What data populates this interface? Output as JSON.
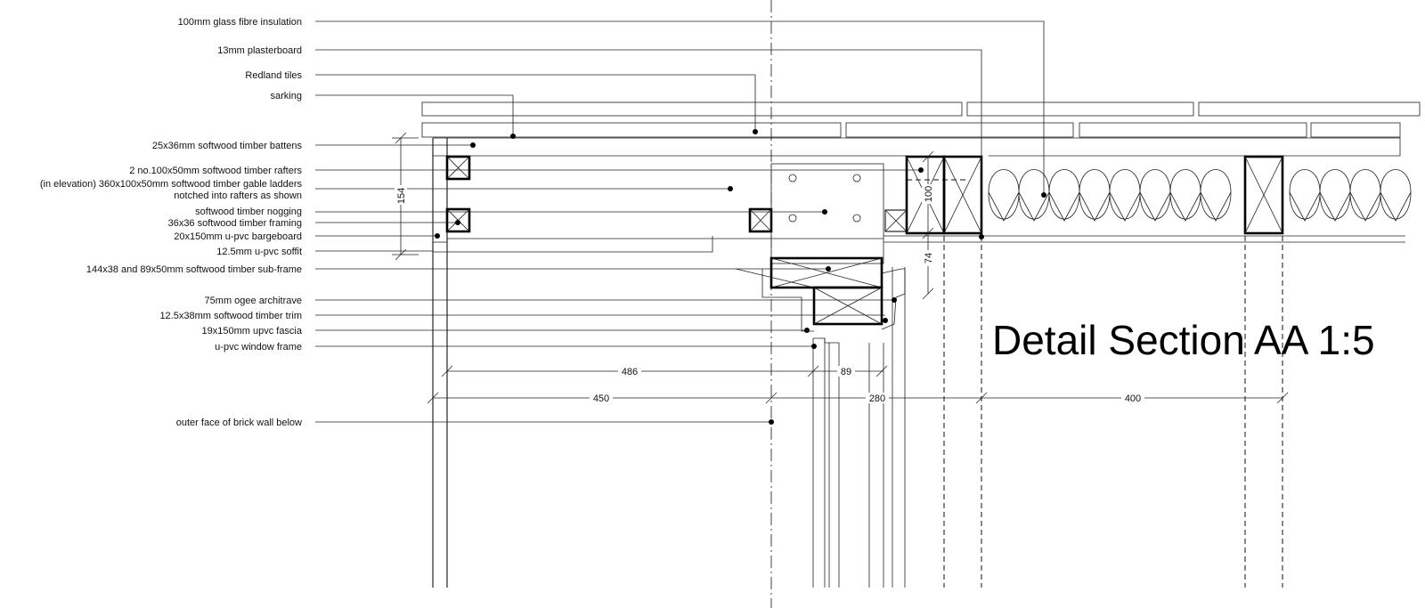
{
  "title": "Detail Section AA  1:5",
  "labels": {
    "l1": "100mm glass fibre insulation",
    "l2": "13mm plasterboard",
    "l3": "Redland tiles",
    "l4": "sarking",
    "l5": "25x36mm softwood timber battens",
    "l6": "2 no.100x50mm softwood timber rafters",
    "l7a": "(in elevation) 360x100x50mm softwood timber gable ladders",
    "l7b": "notched into rafters as shown",
    "l8": "softwood timber nogging",
    "l9": "36x36 softwood timber framing",
    "l10": "20x150mm u-pvc bargeboard",
    "l11": "12.5mm u-pvc soffit",
    "l12": "144x38 and 89x50mm softwood timber sub-frame",
    "l13": "75mm ogee architrave",
    "l14": "12.5x38mm softwood timber trim",
    "l15": "19x150mm upvc fascia",
    "l16": "u-pvc window frame",
    "l17": "outer face of brick wall below"
  },
  "dimensions": {
    "d154": "154",
    "d100": "100",
    "d74": "74",
    "d486": "486",
    "d89": "89",
    "d450": "450",
    "d280": "280",
    "d400": "400"
  }
}
